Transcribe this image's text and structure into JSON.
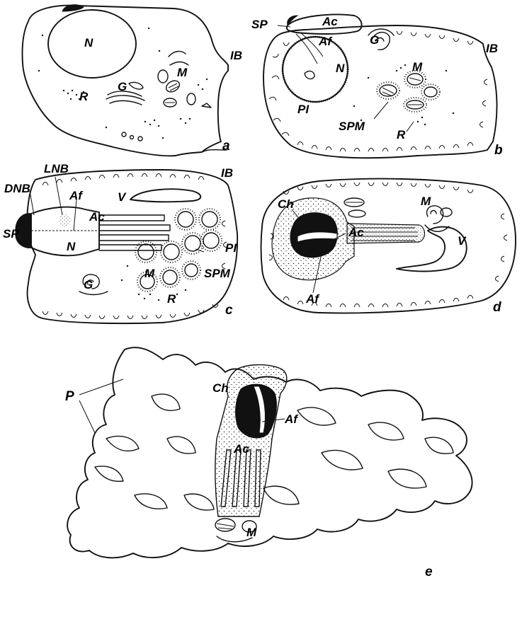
{
  "panels": {
    "a": {
      "letter": "a",
      "labels": {
        "nucleus": "N",
        "ribosomes": "R",
        "golgi": "G",
        "mitochondria": "M",
        "intercellular_bridge": "IB"
      }
    },
    "b": {
      "letter": "b",
      "labels": {
        "subacrosomal_space": "SP",
        "acrosome": "Ac",
        "acrosomal_filament": "Af",
        "golgi": "G",
        "nucleus": "N",
        "intercellular_bridge": "IB",
        "mitochondria": "M",
        "plasma_infoldings": "PI",
        "spm": "SPM",
        "ribosomes": "R"
      }
    },
    "c": {
      "letter": "c",
      "labels": {
        "lnb": "LNB",
        "dnb": "DNB",
        "acrosomal_filament": "Af",
        "intercellular_bridge": "IB",
        "vesicle": "V",
        "acrosome": "Ac",
        "subacrosomal_space": "SP",
        "nucleus": "N",
        "plasma_infoldings": "PI",
        "golgi": "G",
        "mitochondria": "M",
        "spm": "SPM",
        "ribosomes": "R"
      }
    },
    "d": {
      "letter": "d",
      "labels": {
        "chromatin": "Ch",
        "mitochondria": "M",
        "acrosome": "Ac",
        "vesicle": "V",
        "acrosomal_filament": "Af"
      }
    },
    "e": {
      "letter": "e",
      "labels": {
        "processes": "P",
        "chromatin": "Ch",
        "acrosomal_filament": "Af",
        "acrosome": "Ac",
        "mitochondria": "M"
      }
    }
  }
}
